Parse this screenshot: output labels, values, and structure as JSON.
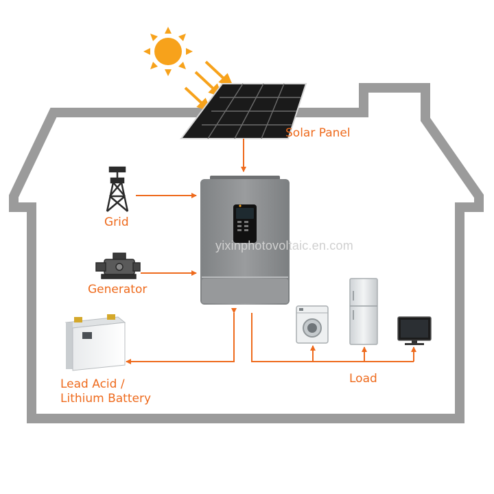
{
  "labels": {
    "solar_panel": "Solar Panel",
    "grid": "Grid",
    "generator": "Generator",
    "battery_line1": "Lead Acid /",
    "battery_line2": "Lithium Battery",
    "load": "Load"
  },
  "watermark": "yixinphotovoltaic.en.com",
  "colors": {
    "accent": "#ee6a1c",
    "house_outline": "#9b9b9b",
    "inverter_body": "#8e9092",
    "panel_cells": "#1a1a1a",
    "sun": "#f7a21b"
  },
  "icons": [
    "sun-icon",
    "solar-panel-icon",
    "grid-tower-icon",
    "generator-icon",
    "inverter-icon",
    "battery-icon",
    "washing-machine-icon",
    "refrigerator-icon",
    "tv-icon"
  ]
}
